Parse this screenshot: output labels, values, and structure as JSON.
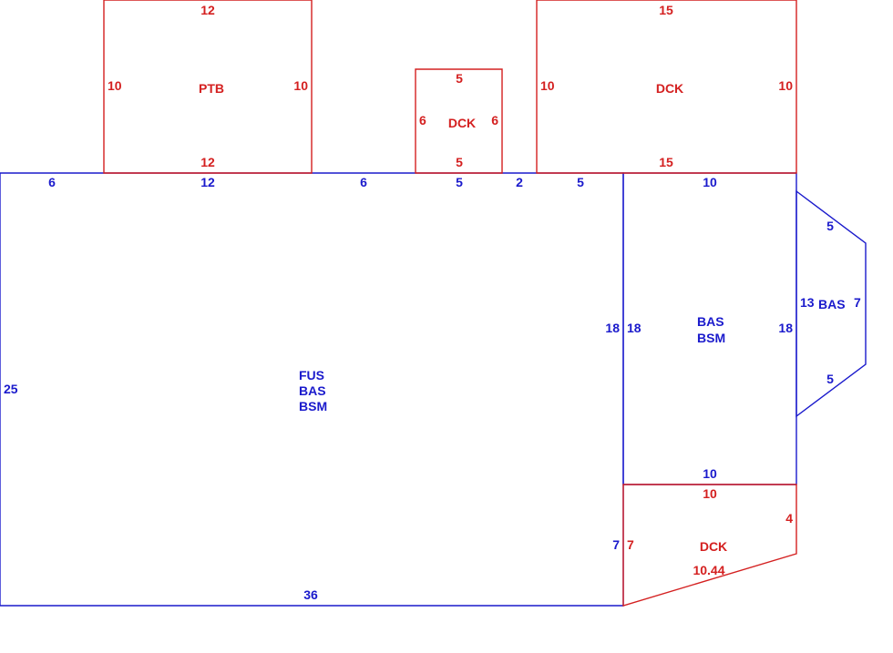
{
  "colors": {
    "blue": "#1a1acc",
    "red": "#d42020"
  },
  "fus": {
    "codes": [
      "FUS",
      "BAS",
      "BSM"
    ],
    "top_segments": [
      "6",
      "12",
      "6",
      "5",
      "2",
      "5"
    ],
    "left": "25",
    "bottom": "36",
    "right": "18"
  },
  "bas_bsm": {
    "codes": [
      "BAS",
      "BSM"
    ],
    "top": "10",
    "left": "18",
    "right": "18",
    "bottom": "10"
  },
  "bas_bump": {
    "code": "BAS",
    "top": "5",
    "left": "13",
    "right": "7",
    "bottom": "5"
  },
  "ptb": {
    "code": "PTB",
    "top": "12",
    "bottom": "12",
    "left": "10",
    "right": "10"
  },
  "dck_small": {
    "code": "DCK",
    "top": "5",
    "bottom": "5",
    "left": "6",
    "right": "6"
  },
  "dck_large": {
    "code": "DCK",
    "top": "15",
    "bottom": "15",
    "left": "10",
    "right": "10"
  },
  "dck_bottom": {
    "code": "DCK",
    "top": "10",
    "right": "4",
    "left": "7",
    "left_outer": "7",
    "diag": "10.44"
  }
}
